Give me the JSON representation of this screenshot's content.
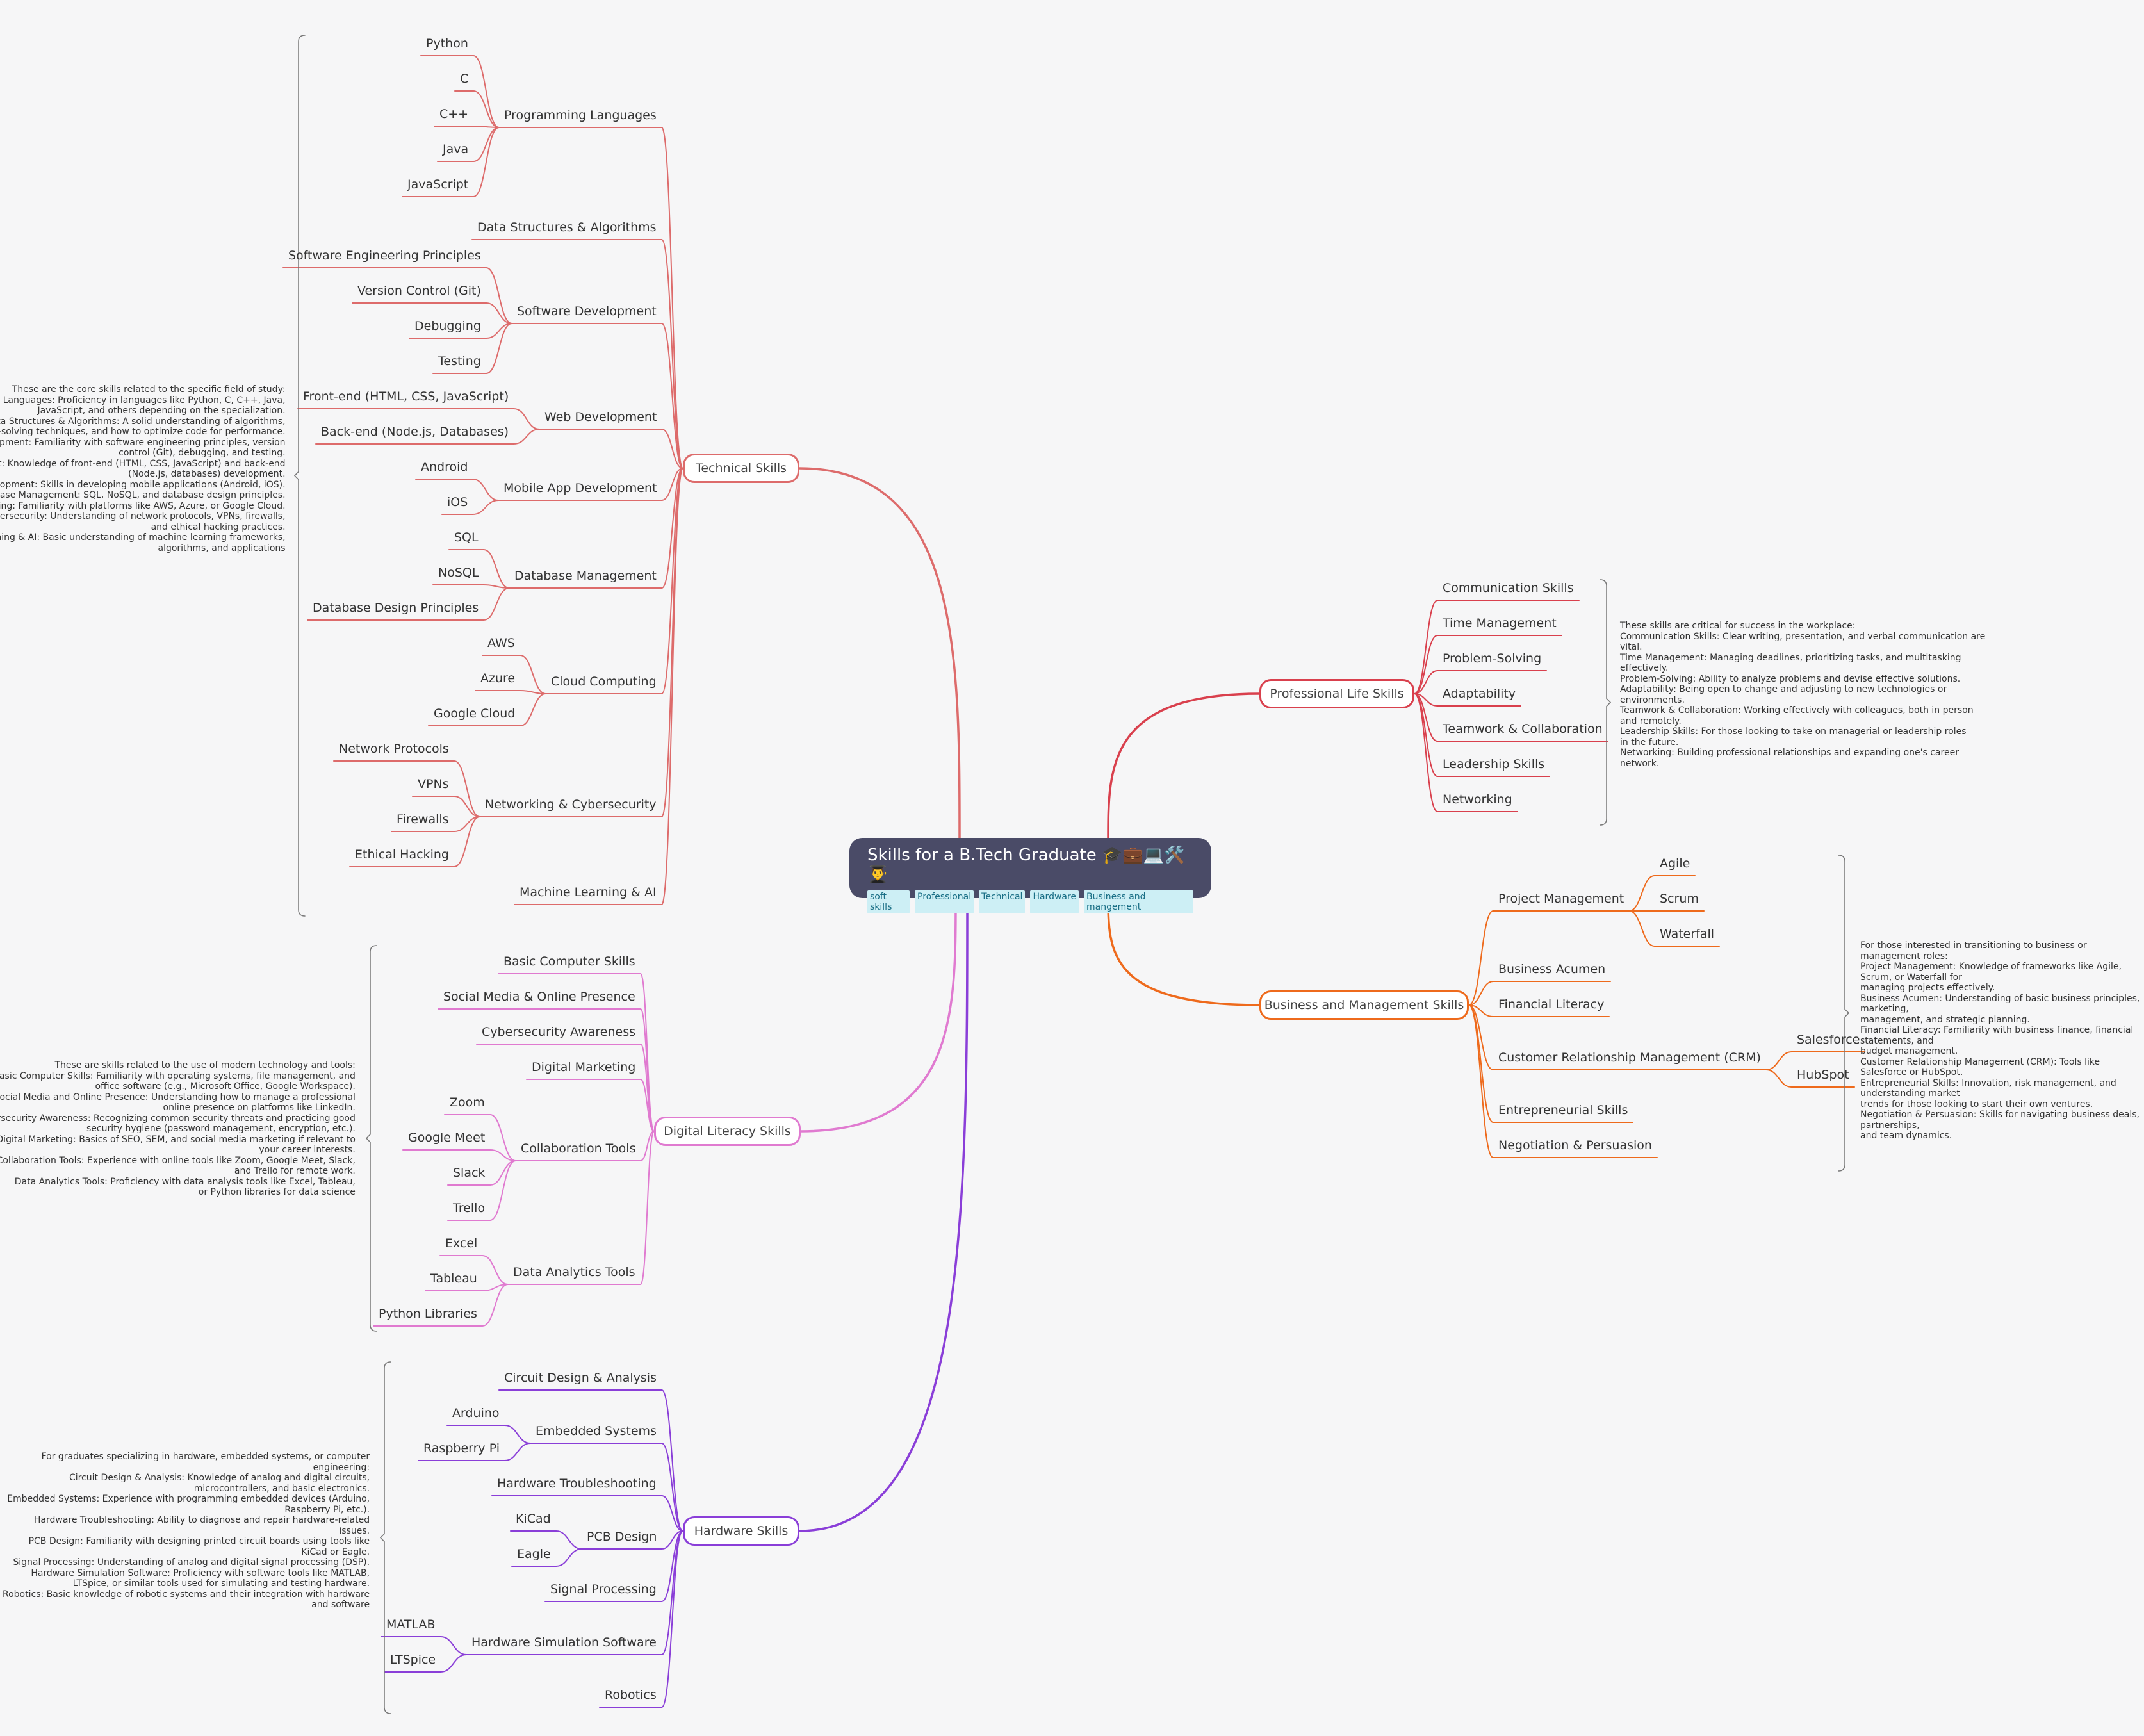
{
  "root": {
    "title": "Skills for a B.Tech Graduate 🎓💼💻🛠️👨‍🎓",
    "tags": [
      "soft skills",
      "Professional",
      "Technical",
      "Hardware",
      "Business and mangement"
    ]
  },
  "branches": {
    "technical": {
      "label": "Technical Skills",
      "color": "#dd6b6b",
      "children": [
        {
          "label": "Programming Languages",
          "children": [
            "Python",
            "C",
            "C++",
            "Java",
            "JavaScript"
          ]
        },
        {
          "label": "Data Structures & Algorithms",
          "children": []
        },
        {
          "label": "Software Development",
          "children": [
            "Software Engineering Principles",
            "Version Control (Git)",
            "Debugging",
            "Testing"
          ]
        },
        {
          "label": "Web Development",
          "children": [
            "Front-end (HTML, CSS, JavaScript)",
            "Back-end (Node.js, Databases)"
          ]
        },
        {
          "label": "Mobile App Development",
          "children": [
            "Android",
            "iOS"
          ]
        },
        {
          "label": "Database Management",
          "children": [
            "SQL",
            "NoSQL",
            "Database Design Principles"
          ]
        },
        {
          "label": "Cloud Computing",
          "children": [
            "AWS",
            "Azure",
            "Google Cloud"
          ]
        },
        {
          "label": "Networking & Cybersecurity",
          "children": [
            "Network Protocols",
            "VPNs",
            "Firewalls",
            "Ethical Hacking"
          ]
        },
        {
          "label": "Machine Learning & AI",
          "children": []
        }
      ],
      "note": "These are the core skills related to the specific field of study:\nProgramming Languages: Proficiency in languages like Python, C, C++, Java,\nJavaScript, and others depending on the specialization.\nData Structures & Algorithms: A solid understanding of algorithms,\nproblem-solving techniques, and how to optimize code for performance.\nSoftware Development: Familiarity with software engineering principles, version\ncontrol (Git), debugging, and testing.\nWeb Development: Knowledge of front-end (HTML, CSS, JavaScript) and back-end\n(Node.js, databases) development.\nMobile App Development: Skills in developing mobile applications (Android, iOS).\nDatabase Management: SQL, NoSQL, and database design principles.\nCloud Computing: Familiarity with platforms like AWS, Azure, or Google Cloud.\nNetworking & Cybersecurity: Understanding of network protocols, VPNs, firewalls,\nand ethical hacking practices.\nMachine Learning & AI: Basic understanding of machine learning frameworks,\nalgorithms, and applications"
    },
    "digital": {
      "label": "Digital Literacy Skills",
      "color": "#e07ad0",
      "children": [
        {
          "label": "Basic Computer Skills",
          "children": []
        },
        {
          "label": "Social Media & Online Presence",
          "children": []
        },
        {
          "label": "Cybersecurity Awareness",
          "children": []
        },
        {
          "label": "Digital Marketing",
          "children": []
        },
        {
          "label": "Collaboration Tools",
          "children": [
            "Zoom",
            "Google Meet",
            "Slack",
            "Trello"
          ]
        },
        {
          "label": "Data Analytics Tools",
          "children": [
            "Excel",
            "Tableau",
            "Python Libraries"
          ]
        }
      ],
      "note": "These are skills related to the use of modern technology and tools:\nBasic Computer Skills: Familiarity with operating systems, file management, and\noffice software (e.g., Microsoft Office, Google Workspace).\nSocial Media and Online Presence: Understanding how to manage a professional\nonline presence on platforms like LinkedIn.\nCybersecurity Awareness: Recognizing common security threats and practicing good\nsecurity hygiene (password management, encryption, etc.).\nDigital Marketing: Basics of SEO, SEM, and social media marketing if relevant to\nyour career interests.\nCollaboration Tools: Experience with online tools like Zoom, Google Meet, Slack,\nand Trello for remote work.\nData Analytics Tools: Proficiency with data analysis tools like Excel, Tableau,\nor Python libraries for data science"
    },
    "hardware": {
      "label": "Hardware Skills",
      "color": "#8a3ed8",
      "children": [
        {
          "label": "Circuit Design & Analysis",
          "children": []
        },
        {
          "label": "Embedded Systems",
          "children": [
            "Arduino",
            "Raspberry Pi"
          ]
        },
        {
          "label": "Hardware Troubleshooting",
          "children": []
        },
        {
          "label": "PCB Design",
          "children": [
            "KiCad",
            "Eagle"
          ]
        },
        {
          "label": "Signal Processing",
          "children": []
        },
        {
          "label": "Hardware Simulation Software",
          "children": [
            "MATLAB",
            "LTSpice"
          ]
        },
        {
          "label": "Robotics",
          "children": []
        }
      ],
      "note": "For graduates specializing in hardware, embedded systems, or computer\nengineering:\nCircuit Design & Analysis: Knowledge of analog and digital circuits,\nmicrocontrollers, and basic electronics.\nEmbedded Systems: Experience with programming embedded devices (Arduino,\nRaspberry Pi, etc.).\nHardware Troubleshooting: Ability to diagnose and repair hardware-related\nissues.\nPCB Design: Familiarity with designing printed circuit boards using tools like\nKiCad or Eagle.\nSignal Processing: Understanding of analog and digital signal processing (DSP).\nHardware Simulation Software: Proficiency with software tools like MATLAB,\nLTSpice, or similar tools used for simulating and testing hardware.\nRobotics: Basic knowledge of robotic systems and their integration with hardware\nand software"
    },
    "professional": {
      "label": "Professional Life Skills",
      "color": "#d9404d",
      "children": [
        {
          "label": "Communication Skills",
          "children": []
        },
        {
          "label": "Time Management",
          "children": []
        },
        {
          "label": "Problem-Solving",
          "children": []
        },
        {
          "label": "Adaptability",
          "children": []
        },
        {
          "label": "Teamwork & Collaboration",
          "children": []
        },
        {
          "label": "Leadership Skills",
          "children": []
        },
        {
          "label": "Networking",
          "children": []
        }
      ],
      "note": "These skills are critical for success in the workplace:\nCommunication Skills: Clear writing, presentation, and verbal communication are\nvital.\nTime Management: Managing deadlines, prioritizing tasks, and multitasking\neffectively.\nProblem-Solving: Ability to analyze problems and devise effective solutions.\nAdaptability: Being open to change and adjusting to new technologies or\nenvironments.\nTeamwork & Collaboration: Working effectively with colleagues, both in person\nand remotely.\nLeadership Skills: For those looking to take on managerial or leadership roles\nin the future.\nNetworking: Building professional relationships and expanding one's career\nnetwork."
    },
    "business": {
      "label": "Business and Management Skills",
      "color": "#ee6a1c",
      "children": [
        {
          "label": "Project Management",
          "children": [
            "Agile",
            "Scrum",
            "Waterfall"
          ]
        },
        {
          "label": "Business Acumen",
          "children": []
        },
        {
          "label": "Financial Literacy",
          "children": []
        },
        {
          "label": "Customer Relationship Management (CRM)",
          "children": [
            "Salesforce",
            "HubSpot"
          ]
        },
        {
          "label": "Entrepreneurial Skills",
          "children": []
        },
        {
          "label": "Negotiation & Persuasion",
          "children": []
        }
      ],
      "note": "For those interested in transitioning to business or management roles:\nProject Management: Knowledge of frameworks like Agile, Scrum, or Waterfall for\nmanaging projects effectively.\nBusiness Acumen: Understanding of basic business principles, marketing,\nmanagement, and strategic planning.\nFinancial Literacy: Familiarity with business finance, financial statements, and\nbudget management.\nCustomer Relationship Management (CRM): Tools like Salesforce or HubSpot.\nEntrepreneurial Skills: Innovation, risk management, and understanding market\ntrends for those looking to start their own ventures.\nNegotiation & Persuasion: Skills for navigating business deals, partnerships,\nand team dynamics."
    }
  }
}
